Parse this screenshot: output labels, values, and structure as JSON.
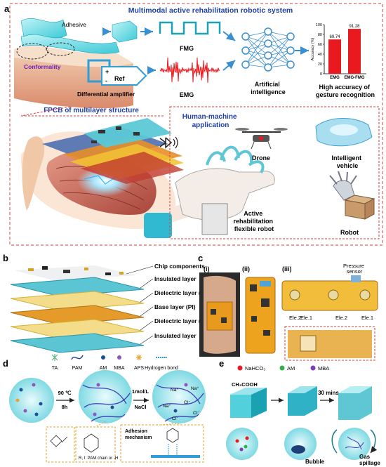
{
  "panel_a": {
    "label": "a",
    "title": "Multimodal active rehabilitation robotic system",
    "adhesive": "Adhesive",
    "conformality": "Conformality",
    "ref_plus": "+",
    "ref_minus": "-",
    "ref": "Ref",
    "diff_amp": "Differential amplifier",
    "fmg": "FMG",
    "emg": "EMG",
    "ai": "Artificial intelligence",
    "high_acc": "High accuracy of gesture recognition",
    "fpcb": "FPCB of multilayer structure",
    "hm_app": "Human-machine application",
    "drone": "Drone",
    "vehicle": "Intelligent vehicle",
    "rehab": "Active rehabilitation flexible robot",
    "robot": "Robot",
    "bluetooth_icon": "bluetooth",
    "chart_color": "#e8191f"
  },
  "chart_data": {
    "type": "bar",
    "categories": [
      "EMG",
      "EMG-FMG"
    ],
    "values": [
      69.74,
      91.28
    ],
    "value_labels": [
      "69.74",
      "91.28"
    ],
    "ylabel": "Accuracy (%)",
    "yticks": [
      "0",
      "20",
      "40",
      "60",
      "80",
      "100"
    ],
    "ylim": [
      0,
      100
    ]
  },
  "panel_b": {
    "label": "b",
    "layers": [
      "Chip components",
      "Insulated layer",
      "Dielectric layer (Top)",
      "Base layer (PI)",
      "Dielectric layer (Bottom)",
      "Insulated layer"
    ]
  },
  "panel_c": {
    "label": "c",
    "i": "(i)",
    "ii": "(ii)",
    "iii": "(iii)",
    "pressure": "Pressure sensor",
    "ele2a": "Ele.2",
    "ele1a": "Ele.1",
    "ele2b": "Ele.2",
    "ele1b": "Ele.1"
  },
  "panel_d": {
    "label": "d",
    "legend": [
      "TA",
      "PAM",
      "AM",
      "MBA",
      "APS",
      "Hydrogen bond"
    ],
    "cond1a": "90 ℃",
    "cond1b": "8h",
    "cond2a": "1mol/L",
    "cond2b": "NaCl",
    "ions": [
      "Na⁺",
      "Cl⁻",
      "Na⁺",
      "Cl⁻",
      "Na⁺",
      "Cl⁻"
    ],
    "pam_note": "R, I: PAM chain or -H",
    "adhesion": "Adhesion mechanism"
  },
  "panel_e": {
    "label": "e",
    "legend": [
      "NaHCO₃",
      "AM",
      "MBA"
    ],
    "acid": "CH₃COOH",
    "time": "30 mins",
    "bubble": "Bubble",
    "gas": "Gas spillage"
  }
}
